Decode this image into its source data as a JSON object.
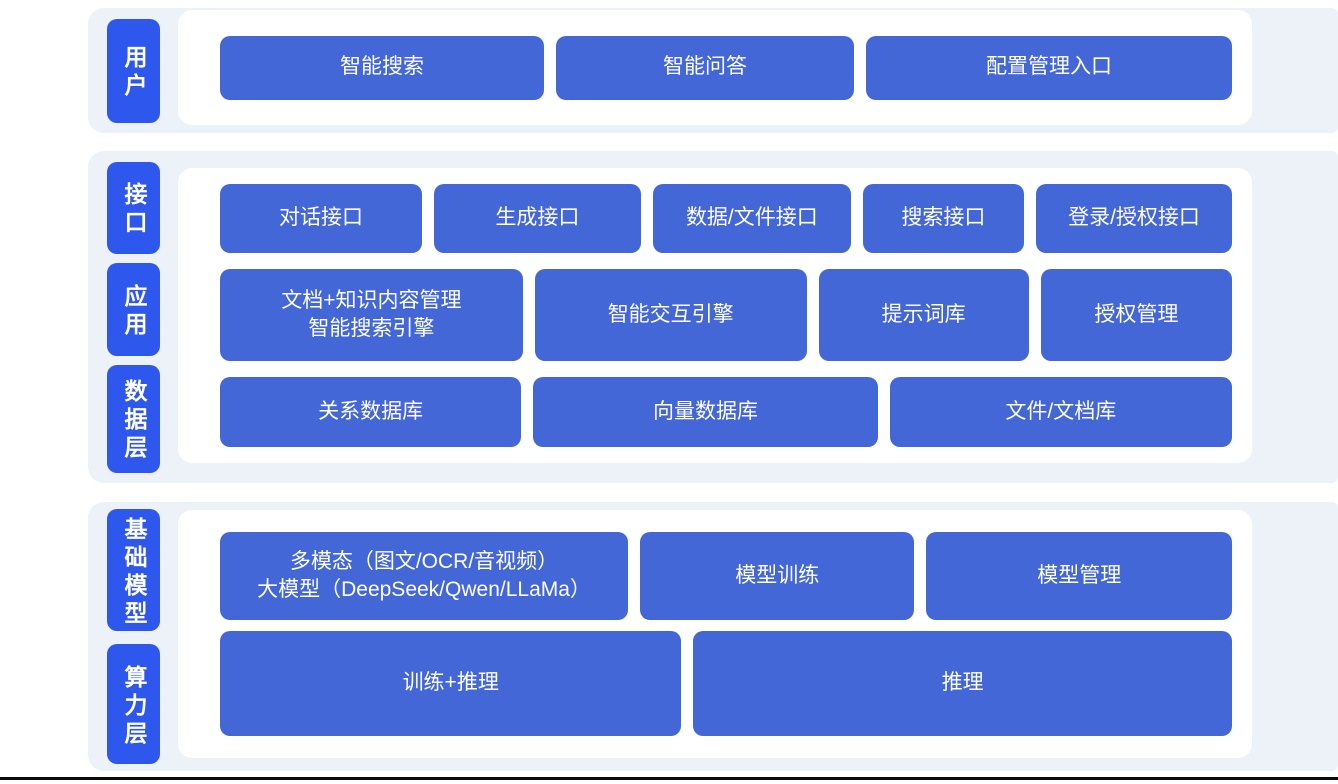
{
  "colors": {
    "band_background": "#edf1f8",
    "layer_label_blue": "#2e57ee",
    "node_blue": "#4467d8",
    "text_on_blue": "#ffffff",
    "bottom_rule": "#0b0b0b"
  },
  "sections": [
    {
      "name": "user-layer",
      "labels": [
        "用户"
      ],
      "rows": [
        [
          "智能搜索",
          "智能问答",
          "配置管理入口"
        ]
      ]
    },
    {
      "name": "interface-application-data-layers",
      "labels": [
        "接口",
        "应用",
        "数据层"
      ],
      "rows": [
        [
          "对话接口",
          "生成接口",
          "数据/文件接口",
          "搜索接口",
          "登录/授权接口"
        ],
        [
          "文档+知识内容管理\n智能搜索引擎",
          "智能交互引擎",
          "提示词库",
          "授权管理"
        ],
        [
          "关系数据库",
          "向量数据库",
          "文件/文档库"
        ]
      ]
    },
    {
      "name": "foundation-model-compute-layers",
      "labels": [
        "基础模型",
        "算力层"
      ],
      "rows": [
        [
          "多模态（图文/OCR/音视频）\n大模型（DeepSeek/Qwen/LLaMa）",
          "模型训练",
          "模型管理"
        ],
        [
          "训练+推理",
          "推理"
        ]
      ]
    }
  ]
}
